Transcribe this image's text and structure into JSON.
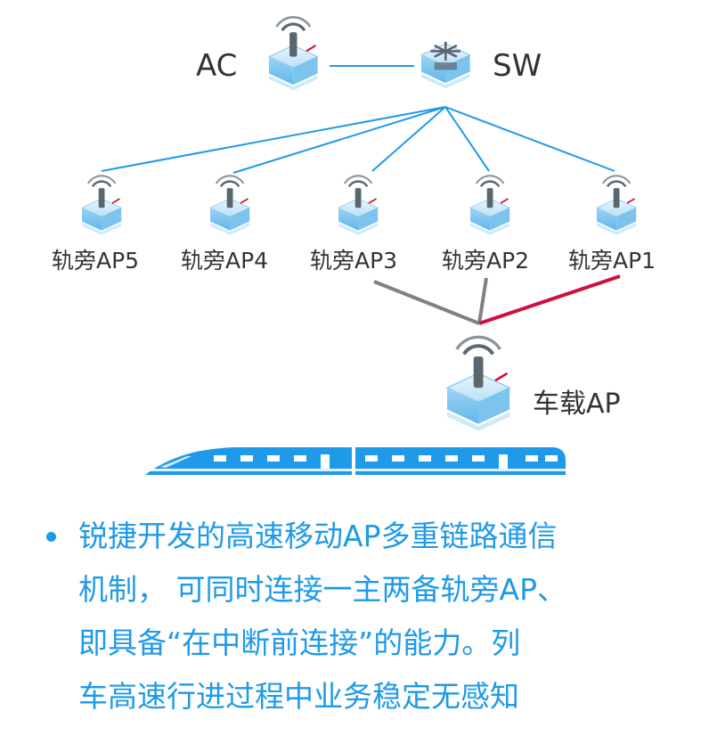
{
  "nodes": {
    "ac": "AC",
    "sw": "SW",
    "ap5": "轨旁AP5",
    "ap4": "轨旁AP4",
    "ap3": "轨旁AP3",
    "ap2": "轨旁AP2",
    "ap1": "轨旁AP1",
    "vehicle_ap": "车载AP"
  },
  "colors": {
    "link_blue": "#1e9ae8",
    "link_gray": "#808080",
    "link_red": "#d0103a",
    "text_blue": "#1e9ae8",
    "train_blue": "#1e9ae8"
  },
  "bullet": {
    "lines": [
      "锐捷开发的高速移动AP多重链路通信",
      "机制， 可同时连接一主两备轨旁AP、",
      "即具备“在中断前连接”的能力。列",
      "车高速行进过程中业务稳定无感知"
    ]
  }
}
